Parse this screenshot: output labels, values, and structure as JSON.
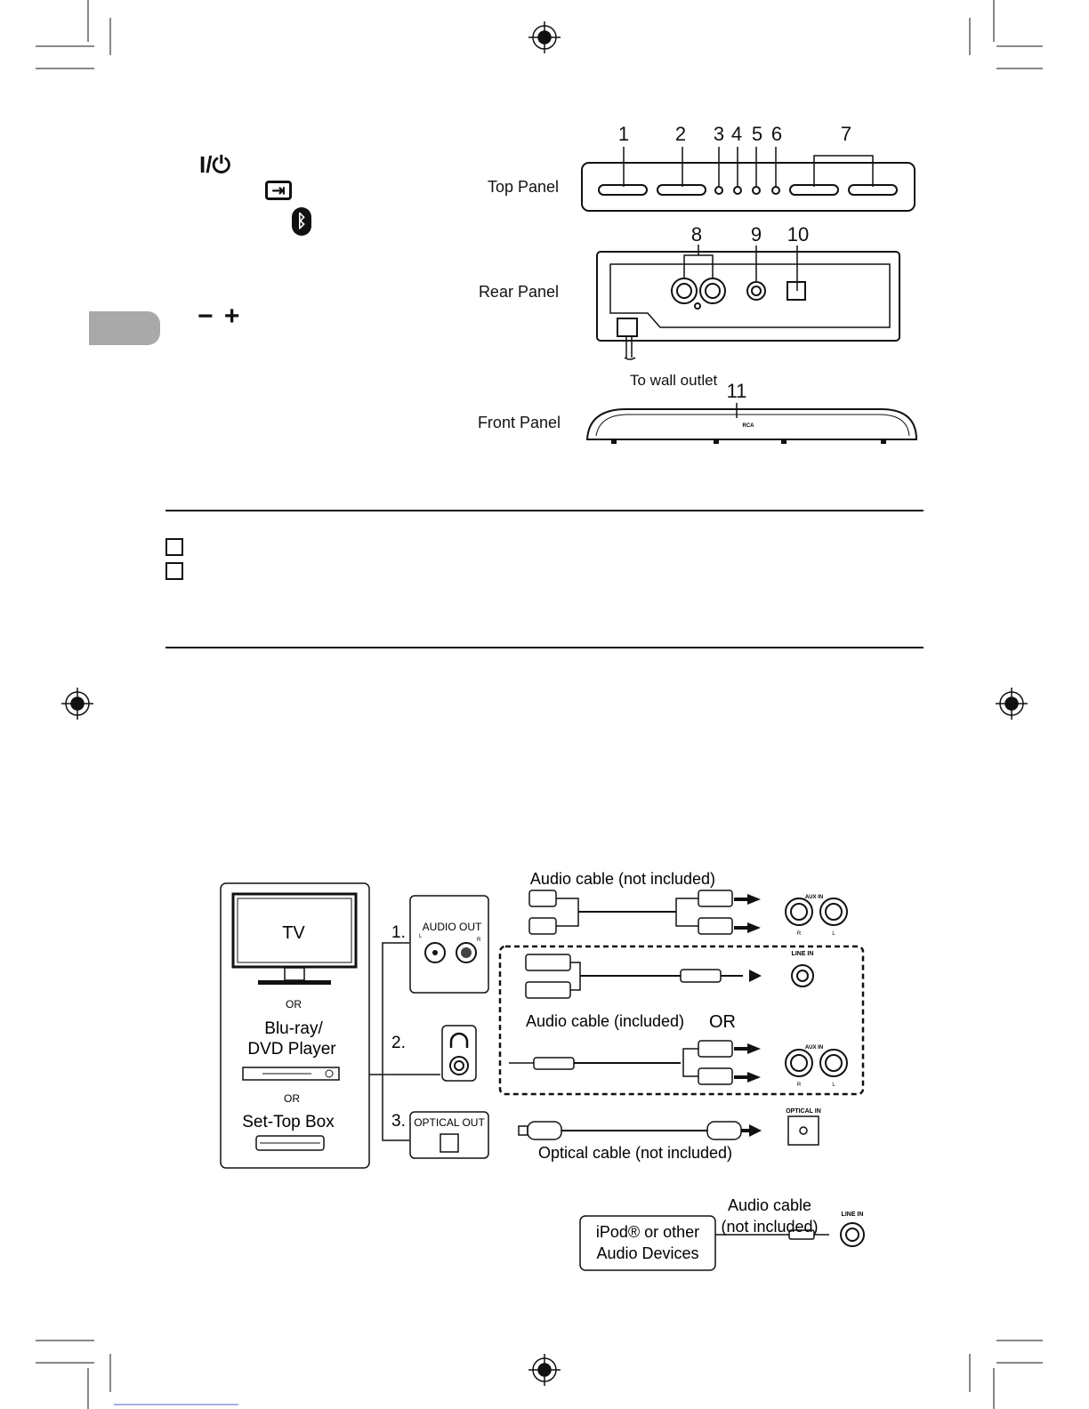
{
  "controls": {
    "power_symbol": "I/⏻",
    "input_symbol": "⇥",
    "bluetooth_symbol": "ᛒ",
    "volume_symbol": "− +"
  },
  "panels": {
    "top_label": "Top Panel",
    "rear_label": "Rear Panel",
    "front_label": "Front Panel",
    "wall_outlet_label": "To wall outlet",
    "brand_mark": "RCA",
    "callouts": [
      "1",
      "2",
      "3",
      "4",
      "5",
      "6",
      "7",
      "8",
      "9",
      "10",
      "11"
    ]
  },
  "connections": {
    "source_tv": "TV",
    "or_1": "OR",
    "source_bluray_1": "Blu-ray/",
    "source_bluray_2": "DVD Player",
    "or_2": "OR",
    "source_settop": "Set-Top Box",
    "num_1": "1.",
    "num_2": "2.",
    "num_3": "3.",
    "audio_out": "AUDIO OUT",
    "jack_l": "L",
    "jack_r": "R",
    "optical_out": "OPTICAL OUT",
    "cable_not_included": "Audio cable (not included)",
    "cable_included": "Audio cable (included)",
    "or_big": "OR",
    "optical_cable": "Optical cable (not included)",
    "aux_in": "AUX IN",
    "aux_r": "R",
    "aux_l": "L",
    "line_in": "LINE IN",
    "optical_in": "OPTICAL IN",
    "ipod_line1": "iPod® or other",
    "ipod_line2": "Audio Devices",
    "audio_cable_1": "Audio cable",
    "audio_cable_2": "(not included)",
    "line_in_2": "LINE IN"
  }
}
